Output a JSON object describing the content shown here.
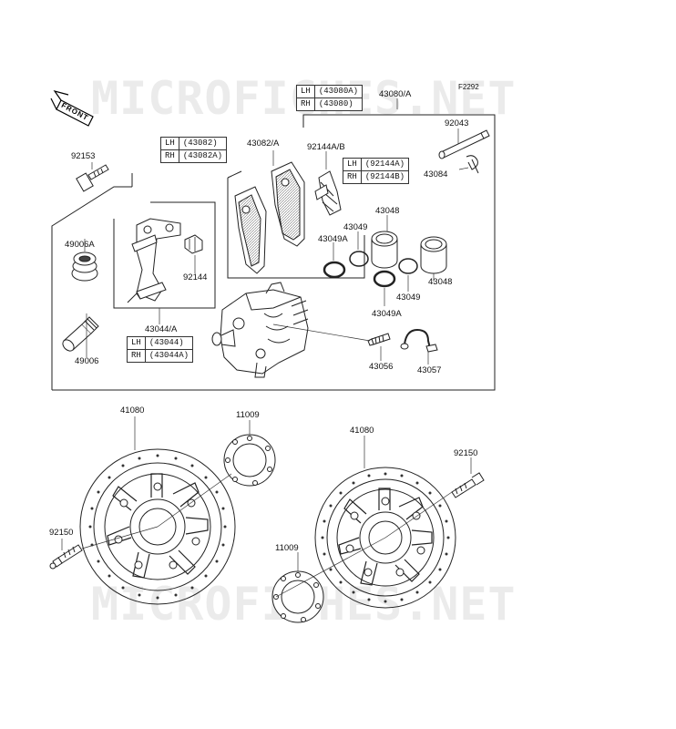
{
  "watermark": "MICROFICHES.NET",
  "figure_code": "F2292",
  "front_label": "FRONT",
  "parts": {
    "p92153": "92153",
    "p49006A": "49006A",
    "p49006": "49006",
    "p43044A": "43044/A",
    "p92144": "92144",
    "p43082A": "43082/A",
    "p92144AB": "92144A/B",
    "p43080A": "43080/A",
    "p92043": "92043",
    "p43084": "43084",
    "p43048_top": "43048",
    "p43049_top": "43049",
    "p43049A_left": "43049A",
    "p43048_right": "43048",
    "p43049_bottom": "43049",
    "p43049A_bottom": "43049A",
    "p43056": "43056",
    "p43057": "43057",
    "p41080_left": "41080",
    "p11009_top": "11009",
    "p41080_right": "41080",
    "p92150_right": "92150",
    "p92150_left": "92150",
    "p11009_bottom": "11009"
  },
  "lr_tables": {
    "caliper": {
      "lh_tag": "LH",
      "lh": "(43080A)",
      "rh_tag": "RH",
      "rh": "(43080)"
    },
    "pads": {
      "lh_tag": "LH",
      "lh": "(43082)",
      "rh_tag": "RH",
      "rh": "(43082A)"
    },
    "pad_spring": {
      "lh_tag": "LH",
      "lh": "(92144A)",
      "rh_tag": "RH",
      "rh": "(92144B)"
    },
    "bracket": {
      "lh_tag": "LH",
      "lh": "(43044)",
      "rh_tag": "RH",
      "rh": "(43044A)"
    }
  }
}
